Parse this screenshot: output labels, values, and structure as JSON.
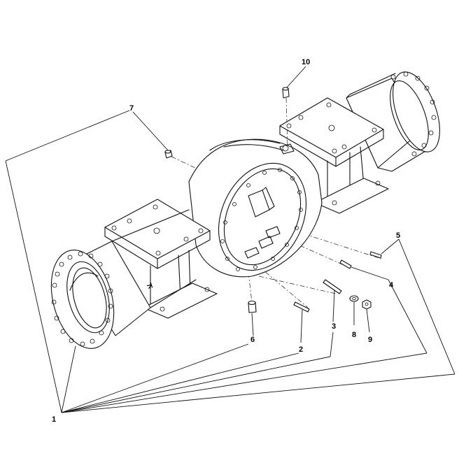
{
  "callouts": {
    "c1": "1",
    "c2": "2",
    "c3": "3",
    "c4": "4",
    "c5": "5",
    "c6": "6",
    "c7": "7",
    "c8": "8",
    "c9": "9",
    "c10": "10"
  },
  "casting_mark": "≯"
}
